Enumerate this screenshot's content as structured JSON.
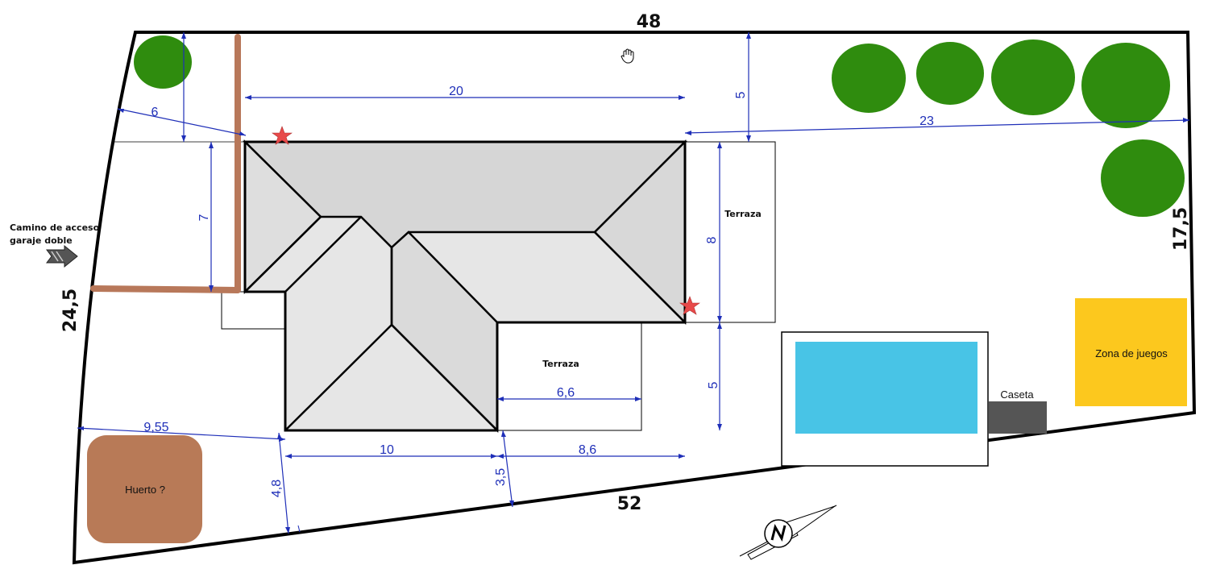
{
  "boundary": {
    "top": "48",
    "right": "17,5",
    "bottom": "52",
    "left": "24,5"
  },
  "dimensions": {
    "house_width": "20",
    "top_setback_right": "5",
    "left_tree_offset": "6",
    "right_offset": "23",
    "house_depth_left": "7",
    "house_depth_right": "8",
    "lower_setback_right": "5",
    "terrace_width": "6,6",
    "huerto_offset": "9,55",
    "lower_wing_width": "10",
    "right_bottom_width": "8,6",
    "bottom_setback_left": "4,8",
    "bottom_setback_mid": "3,5"
  },
  "labels": {
    "access": "Camino de acceso",
    "access2": "garaje doble",
    "terrace_right": "Terraza",
    "terrace_bottom": "Terraza",
    "shed": "Caseta",
    "play": "Zona de juegos",
    "garden": "Huerto ?"
  },
  "colors": {
    "pool": "#48c4e6",
    "play_zone": "#fcc81e",
    "garden": "#b87a57",
    "tree": "#2f8c0e",
    "path": "#b8785a",
    "shed": "#555555",
    "roof_light": "#e8e8e8",
    "roof_dark": "#d6d6d6",
    "star": "#e84a4a"
  },
  "icons": {
    "pointer": "hand-cursor-icon",
    "north": "north-compass-icon",
    "arrow": "arrow-right-icon"
  }
}
